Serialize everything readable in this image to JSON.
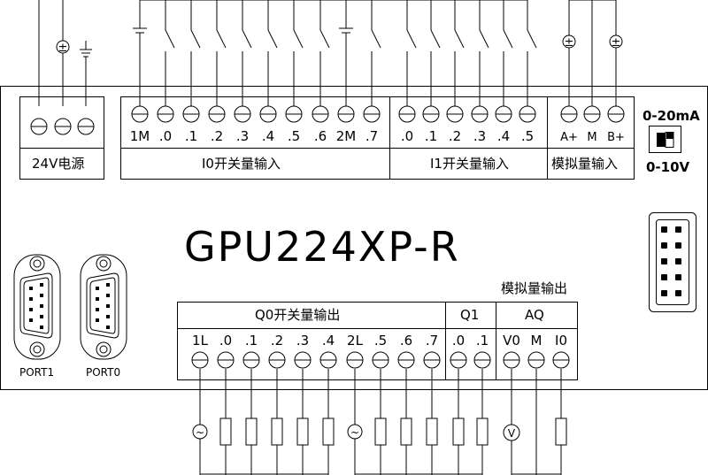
{
  "model": "GPU224XP-R",
  "power": {
    "label": "24V电源"
  },
  "i0": {
    "label": "I0开关量输入",
    "terminals": [
      "1M",
      ".0",
      ".1",
      ".2",
      ".3",
      ".4",
      ".5",
      ".6",
      "2M",
      ".7"
    ]
  },
  "i1": {
    "label": "I1开关量输入",
    "terminals": [
      ".0",
      ".1",
      ".2",
      ".3",
      ".4",
      ".5"
    ]
  },
  "ai": {
    "label": "模拟量输入",
    "terminals": [
      "A+",
      "M",
      "B+"
    ]
  },
  "switch": {
    "top": "0-20mA",
    "bottom": "0-10V"
  },
  "ports": {
    "port1": "PORT1",
    "port0": "PORT0"
  },
  "ao_header": "模拟量输出",
  "q0": {
    "label": "Q0开关量输出",
    "terminals": [
      "1L",
      ".0",
      ".1",
      ".2",
      ".3",
      ".4",
      "2L",
      ".5",
      ".6",
      ".7"
    ]
  },
  "q1": {
    "label": "Q1",
    "terminals": [
      ".0",
      ".1"
    ]
  },
  "aq": {
    "label": "AQ",
    "terminals": [
      "V0",
      "M",
      "I0"
    ]
  },
  "symbols": {
    "dc": "±",
    "ac": "~",
    "voltmeter": "V"
  }
}
